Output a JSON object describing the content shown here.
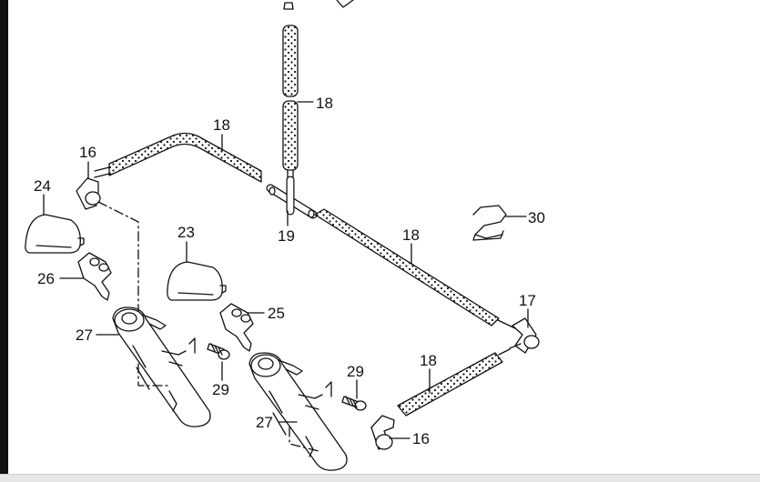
{
  "colors": {
    "line": "#111111",
    "fill": "#ffffff",
    "dots": "#111111",
    "frame": "#111111"
  },
  "callouts": {
    "c18_top": "18",
    "c18_left": "18",
    "c18_mid": "18",
    "c18_lower": "18",
    "c16_left": "16",
    "c16_right": "16",
    "c24": "24",
    "c23": "23",
    "c19": "19",
    "c30": "30",
    "c17": "17",
    "c26": "26",
    "c25": "25",
    "c27_left": "27",
    "c27_right": "27",
    "c29_left": "29",
    "c29_right": "29"
  }
}
